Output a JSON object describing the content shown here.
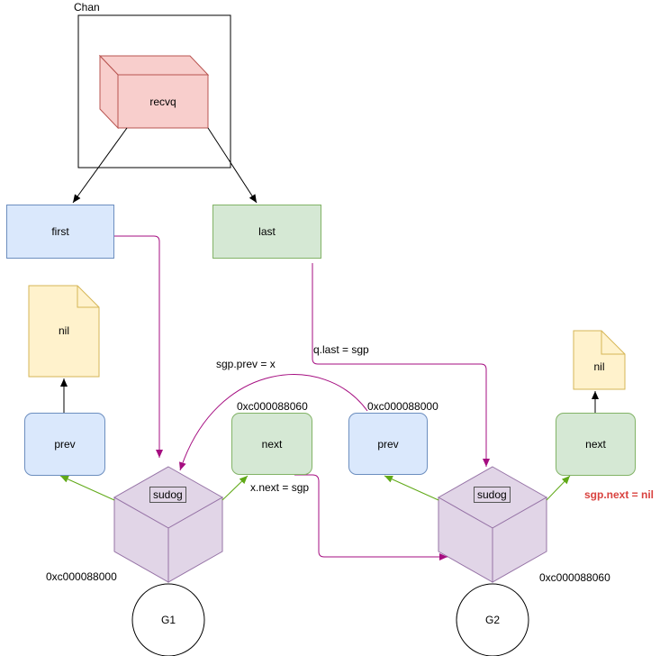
{
  "chan": {
    "label": "Chan",
    "recvq": "recvq"
  },
  "queue": {
    "first": "first",
    "last": "last"
  },
  "left": {
    "nil": "nil",
    "prev": "prev",
    "next": "next",
    "sudog": "sudog",
    "sudog_addr": "0xc000088000",
    "next_addr": "0xc000088060",
    "goroutine": "G1"
  },
  "right": {
    "nil": "nil",
    "prev": "prev",
    "next": "next",
    "sudog": "sudog",
    "sudog_addr": "0xc000088060",
    "prev_addr": "0xc000088000",
    "goroutine": "G2"
  },
  "edges": {
    "sgp_prev": "sgp.prev = x",
    "q_last": "q.last = sgp",
    "x_next": "x.next = sgp",
    "sgp_next_nil": "sgp.next = nil"
  },
  "colors": {
    "pointer_magenta": "#a50d80",
    "sudog_green": "#60a917",
    "purple_fill": "#e1d5e7",
    "red_fill": "#f8cecc",
    "yellow_fill": "#fff2cc",
    "label_red": "#d9423f"
  }
}
